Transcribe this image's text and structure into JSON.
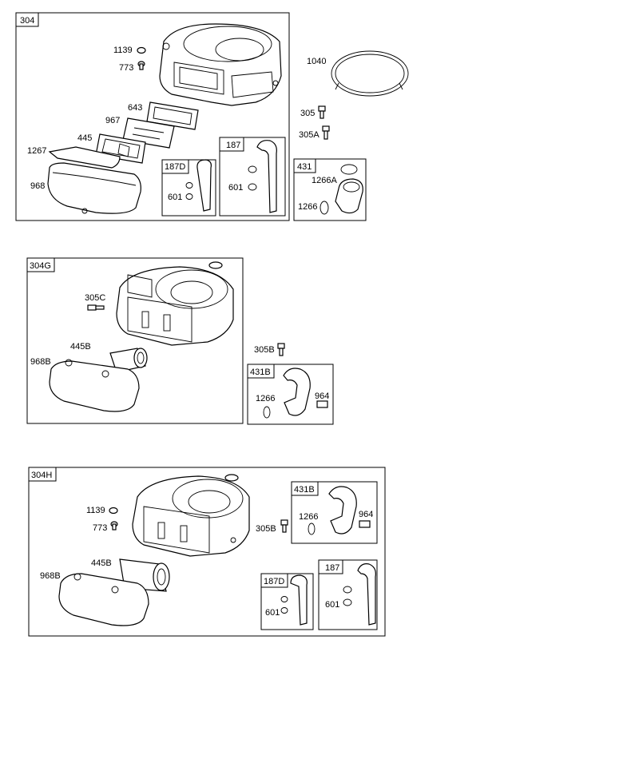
{
  "groups": {
    "g304": {
      "tag": "304",
      "labels": [
        "1139",
        "773",
        "643",
        "967",
        "445",
        "1267",
        "968"
      ]
    },
    "g187D_top": {
      "tag": "187D",
      "labels": [
        "601"
      ]
    },
    "g187_top": {
      "tag": "187",
      "labels": [
        "601"
      ]
    },
    "loose_top": {
      "labels": [
        "1040",
        "305",
        "305A"
      ]
    },
    "g431": {
      "tag": "431",
      "labels": [
        "1266A",
        "1266"
      ]
    },
    "g304G": {
      "tag": "304G",
      "labels": [
        "305C",
        "445B",
        "968B"
      ]
    },
    "loose_mid": {
      "labels": [
        "305B"
      ]
    },
    "g431B_mid": {
      "tag": "431B",
      "labels": [
        "1266",
        "964"
      ]
    },
    "g304H": {
      "tag": "304H",
      "labels": [
        "1139",
        "773",
        "445B",
        "968B",
        "305B"
      ]
    },
    "g431B_bot": {
      "tag": "431B",
      "labels": [
        "1266",
        "964"
      ]
    },
    "g187D_bot": {
      "tag": "187D",
      "labels": [
        "601"
      ]
    },
    "g187_bot": {
      "tag": "187",
      "labels": [
        "601"
      ]
    }
  }
}
